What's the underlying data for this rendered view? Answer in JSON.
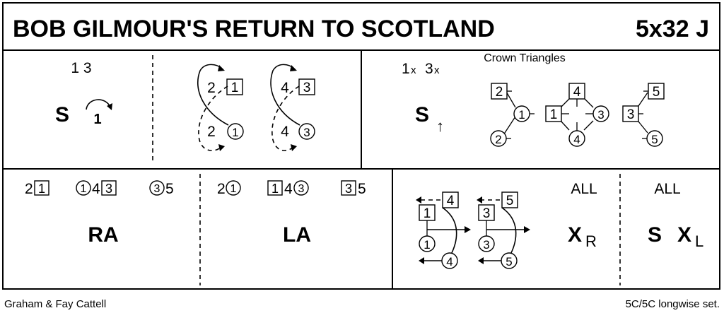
{
  "title": "BOB GILMOUR'S RETURN TO SCOTLAND",
  "formation": "5x32 J",
  "credit": "Graham & Fay Cattell",
  "set_type": "5C/5C longwise set.",
  "cells": [
    {
      "bar_label": "1 3",
      "figure": "S",
      "turn_number": "1"
    },
    {
      "dancers_top_1": "2",
      "box_top_1": "1",
      "dancers_bot_1": "2",
      "circle_bot_1": "1",
      "dancers_top_2": "4",
      "box_top_2": "3",
      "dancers_bot_2": "4",
      "circle_bot_2": "3"
    },
    {
      "bar_label_1": "1",
      "bar_label_x1": "x",
      "bar_label_2": "3",
      "bar_label_x2": "x",
      "figure": "S",
      "arrow": "↑",
      "caption": "Crown Triangles",
      "tri": [
        "2",
        "1",
        "2",
        "1",
        "4",
        "3",
        "4",
        "3",
        "5",
        "5"
      ]
    },
    {
      "positions": [
        "2",
        "1",
        "1",
        "4",
        "3",
        "3",
        "5"
      ],
      "figure": "RA"
    },
    {
      "positions": [
        "2",
        "1",
        "1",
        "4",
        "3",
        "3",
        "5"
      ],
      "figure": "LA"
    },
    {
      "boxes": [
        "4",
        "1",
        "5",
        "3"
      ],
      "circles": [
        "1",
        "4",
        "3",
        "5"
      ]
    },
    {
      "top_label": "ALL",
      "figure": "X",
      "subscript": "R"
    },
    {
      "top_label": "ALL",
      "figure_1": "S",
      "figure_2": "X",
      "subscript": "L"
    }
  ]
}
